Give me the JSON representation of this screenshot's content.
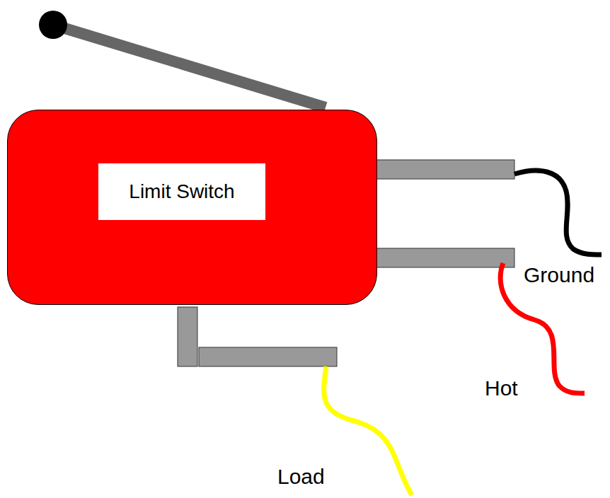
{
  "diagram": {
    "nodes": [
      {
        "text": [
          "Limit Switch"
        ]
      }
    ],
    "labels": [
      "Ground",
      "Hot",
      "Load"
    ]
  }
}
